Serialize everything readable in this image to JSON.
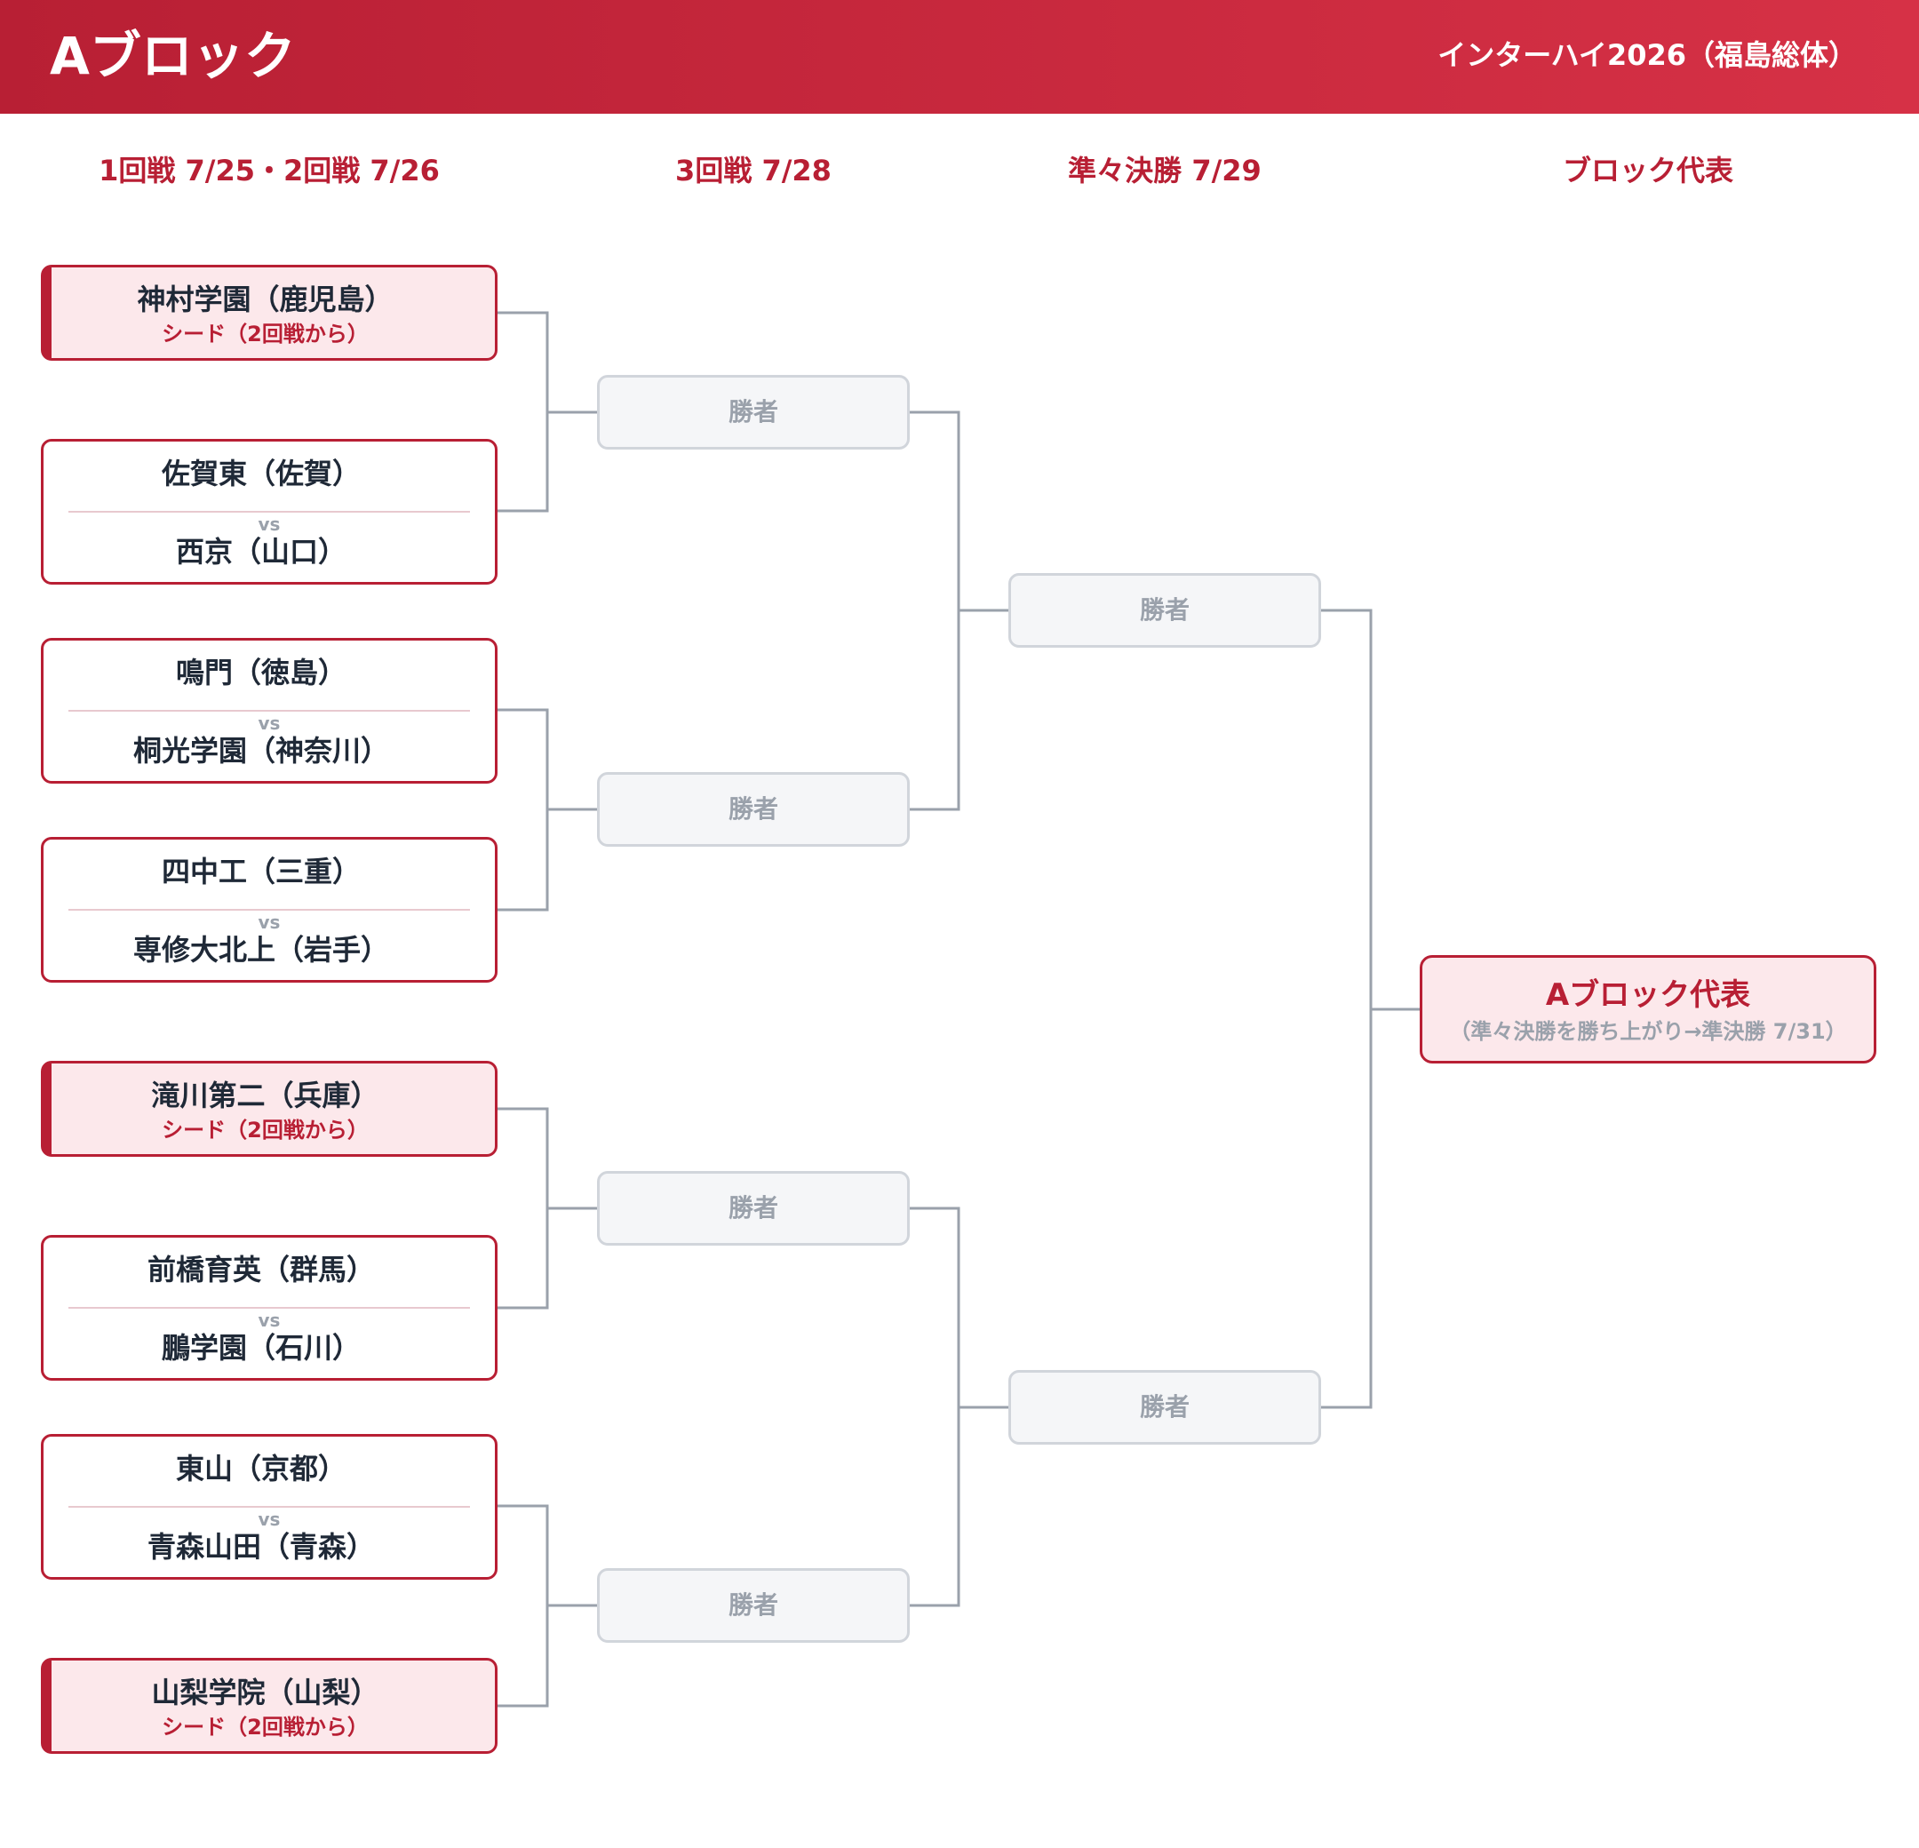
{
  "header": {
    "title": "Aブロック",
    "subtitle": "インターハイ2026（福島総体）"
  },
  "columns": {
    "round1": "1回戦 7/25・2回戦 7/26",
    "round3": "3回戦 7/28",
    "quarterfinal": "準々決勝 7/29",
    "representative": "ブロック代表"
  },
  "bracket": {
    "seed_note": "シード（2回戦から）",
    "vs": "vs",
    "winner_label": "勝者",
    "slots": [
      {
        "type": "seed",
        "team": "神村学園（鹿児島）"
      },
      {
        "type": "match",
        "team1": "佐賀東（佐賀）",
        "team2": "西京（山口）"
      },
      {
        "type": "match",
        "team1": "鳴門（徳島）",
        "team2": "桐光学園（神奈川）"
      },
      {
        "type": "match",
        "team1": "四中工（三重）",
        "team2": "専修大北上（岩手）"
      },
      {
        "type": "seed",
        "team": "滝川第二（兵庫）"
      },
      {
        "type": "match",
        "team1": "前橋育英（群馬）",
        "team2": "鵬学園（石川）"
      },
      {
        "type": "match",
        "team1": "東山（京都）",
        "team2": "青森山田（青森）"
      },
      {
        "type": "seed",
        "team": "山梨学院（山梨）"
      }
    ]
  },
  "representative": {
    "title": "Aブロック代表",
    "note": "（準々決勝を勝ち上がり→準決勝 7/31）"
  },
  "colors": {
    "accent": "#b81f34",
    "seed_background": "#fce8eb",
    "connector": "#9aa1ab",
    "winner_border": "#d1d5db"
  }
}
